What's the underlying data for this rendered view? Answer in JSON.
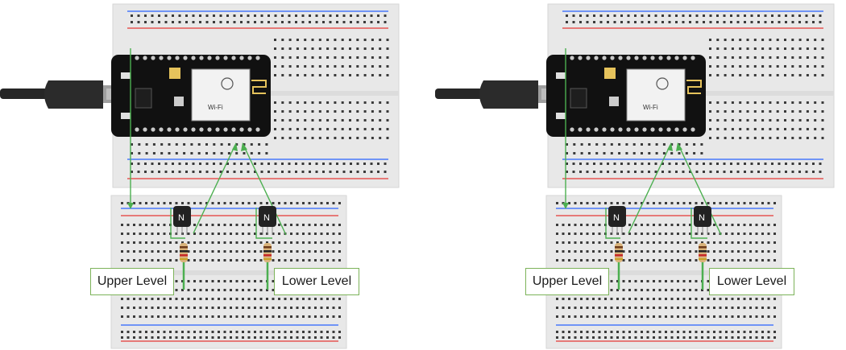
{
  "panels": [
    {
      "labels": {
        "upper": "Upper Level",
        "lower": "Lower Level"
      },
      "transistor_mark": "N"
    },
    {
      "labels": {
        "upper": "Upper Level",
        "lower": "Lower Level"
      },
      "transistor_mark": "N"
    }
  ],
  "module_text": {
    "wifi": "Wi-Fi"
  },
  "colors": {
    "wire": "#4caf50",
    "rail_red": "#e53935",
    "rail_blue": "#2962ff",
    "board": "#e6e6e6",
    "mcu": "#111111"
  }
}
